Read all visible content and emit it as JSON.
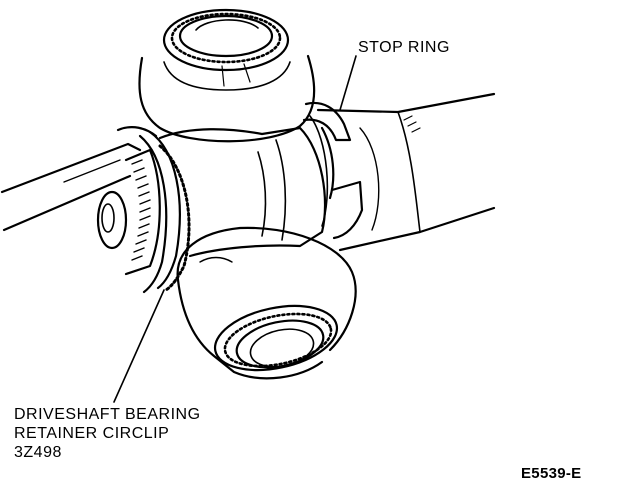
{
  "labels": {
    "stop_ring": "STOP RING",
    "circlip_line1": "DRIVESHAFT BEARING",
    "circlip_line2": "RETAINER CIRCLIP",
    "circlip_line3": "3Z498",
    "figure_id": "E5539-E"
  },
  "colors": {
    "ink": "#000000",
    "paper": "#ffffff"
  }
}
